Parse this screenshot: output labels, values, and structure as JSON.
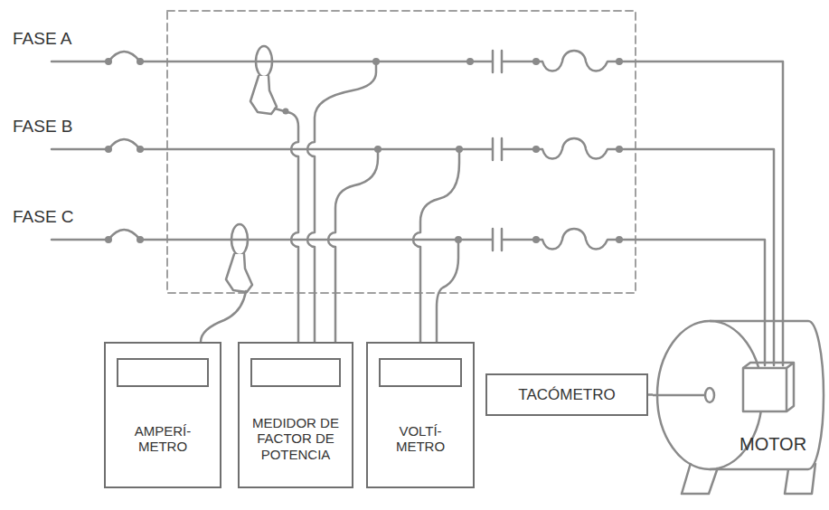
{
  "diagram": {
    "nodes": [
      {
        "text": [
          "AMPERÍ- METRO"
        ]
      },
      {
        "text": [
          "MEDIDOR DE FACTOR DE POTENCIA"
        ]
      },
      {
        "text": [
          "VOLTÍ- METRO"
        ]
      },
      {
        "text": [
          "TACÓMETRO"
        ]
      },
      {
        "text": [
          "MOTOR"
        ]
      }
    ],
    "edges": [
      {
        "from": 3,
        "to": 4,
        "arrow": "none"
      }
    ],
    "labels": [
      "FASE A",
      "FASE B",
      "FASE C"
    ]
  }
}
